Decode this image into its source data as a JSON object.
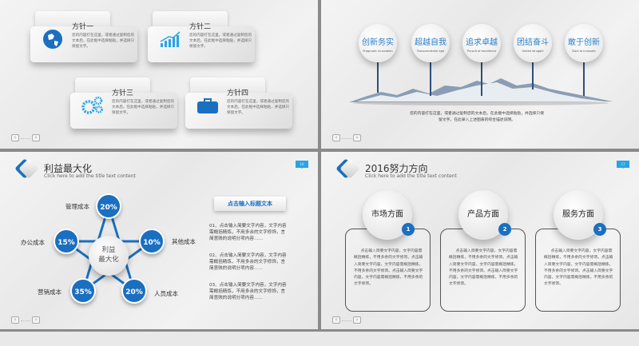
{
  "slide1": {
    "cards": [
      {
        "title": "方针一",
        "text": "您的内容打在这里，或者通过复制您的文本后，在此框中选择粘贴，并选择只保留文字。",
        "icon": "globe-icon"
      },
      {
        "title": "方针二",
        "text": "您的内容打在这里，或者通过复制您的文本后，在此框中选择粘贴，并选择只保留文字。",
        "icon": "bar-chart-icon"
      },
      {
        "title": "方针三",
        "text": "您的内容打在这里，或者通过复制您的文本后，在此框中选择粘贴，并选择只保留文字。",
        "icon": "gears-icon"
      },
      {
        "title": "方针四",
        "text": "您的内容打在这里，或者通过复制您的文本后，在此框中选择粘贴，并选择只保留文字。",
        "icon": "briefcase-icon"
      }
    ],
    "nav": {
      "prev": "‹",
      "next": "›"
    }
  },
  "slide2": {
    "bubbles": [
      {
        "cn": "创新务实",
        "en": "Pragmatic innovation"
      },
      {
        "cn": "超越自我",
        "en": "Transcendental ego"
      },
      {
        "cn": "追求卓越",
        "en": "Pursuit of excellence"
      },
      {
        "cn": "团结奋斗",
        "en": "United struggle"
      },
      {
        "cn": "敢于创新",
        "en": "Dare to innovate"
      }
    ],
    "caption": "您的内容打在这里，或者通过复制您的文本后，在此框中选择粘贴，并选择只保留文字。在此录入上述图表的综合描述说明。",
    "nav": {
      "prev": "‹",
      "next": "›"
    }
  },
  "slide3": {
    "title": "利益最大化",
    "subtitle": "Click here to add the title text content",
    "page": "16",
    "center": "利益\n最大化",
    "points": [
      {
        "label": "管理成本",
        "value": "20%"
      },
      {
        "label": "办公成本",
        "value": "15%"
      },
      {
        "label": "其他成本",
        "value": "10%"
      },
      {
        "label": "营销成本",
        "value": "35%"
      },
      {
        "label": "人员成本",
        "value": "20%"
      }
    ],
    "button": "点击输入标题文本",
    "items": [
      "01、点击输入简要文字内容，文字内容需概括精炼，不用多余的文字修饰，言简意赅的说明分项内容……",
      "02、点击输入简要文字内容，文字内容需概括精炼，不用多余的文字修饰，言简意赅的说明分项内容……",
      "03、点击输入简要文字内容，文字内容需概括精炼，不用多余的文字修饰，言简意赅的说明分项内容……"
    ],
    "nav": {
      "prev": "‹",
      "next": "›"
    }
  },
  "slide4": {
    "title": "2016努力方向",
    "subtitle": "Click here to add the title text content",
    "page": "17",
    "columns": [
      {
        "title": "市场方面",
        "num": "1",
        "text": "点击输入简要文字内容，文字内容需概括精炼，不用多余的文字修饰。点击输入简要文字内容，文字内容需概括精炼，不用多余的文字修饰。点击输入简要文字内容，文字内容需概括精炼，不用多余的文字修饰。"
      },
      {
        "title": "产品方面",
        "num": "2",
        "text": "点击输入简要文字内容，文字内容需概括精炼，不用多余的文字修饰。点击输入简要文字内容，文字内容需概括精炼，不用多余的文字修饰。点击输入简要文字内容，文字内容需概括精炼，不用多余的文字修饰。"
      },
      {
        "title": "服务方面",
        "num": "3",
        "text": "点击输入简要文字内容，文字内容需概括精炼，不用多余的文字修饰。点击输入简要文字内容，文字内容需概括精炼，不用多余的文字修饰。点击输入简要文字内容，文字内容需概括精炼，不用多余的文字修饰。"
      }
    ],
    "nav": {
      "prev": "‹",
      "next": "›"
    }
  },
  "colors": {
    "accent": "#1a6fc0",
    "badge": "#2aa3e6",
    "stem": "#2e4f7a"
  }
}
